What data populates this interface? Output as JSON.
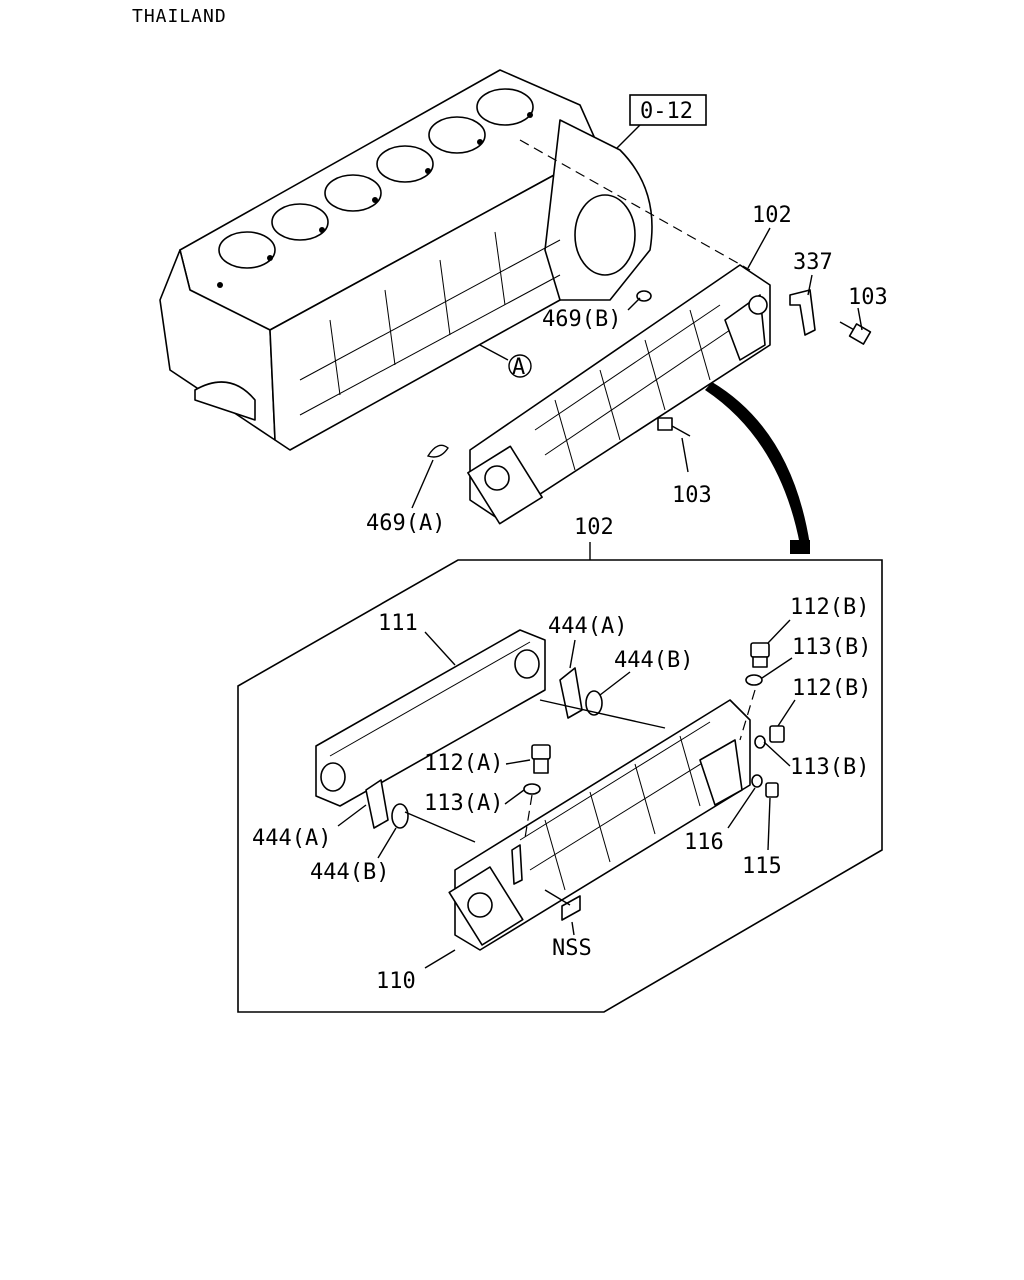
{
  "header": {
    "region": "THAILAND"
  },
  "ref_box": {
    "text": "0-12"
  },
  "callout": {
    "marker": "A"
  },
  "labels": {
    "l102_top": "102",
    "l337": "337",
    "l103_right": "103",
    "l469b": "469(B)",
    "l103_mid": "103",
    "l469a": "469(A)",
    "l102_panel": "102",
    "l111": "111",
    "l444a_top": "444(A)",
    "l444b_top": "444(B)",
    "l112b_1": "112(B)",
    "l113b_1": "113(B)",
    "l112b_2": "112(B)",
    "l113b_2": "113(B)",
    "l112a": "112(A)",
    "l113a": "113(A)",
    "l444a_left": "444(A)",
    "l444b_left": "444(B)",
    "l116": "116",
    "l115": "115",
    "lnss": "NSS",
    "l110": "110"
  }
}
